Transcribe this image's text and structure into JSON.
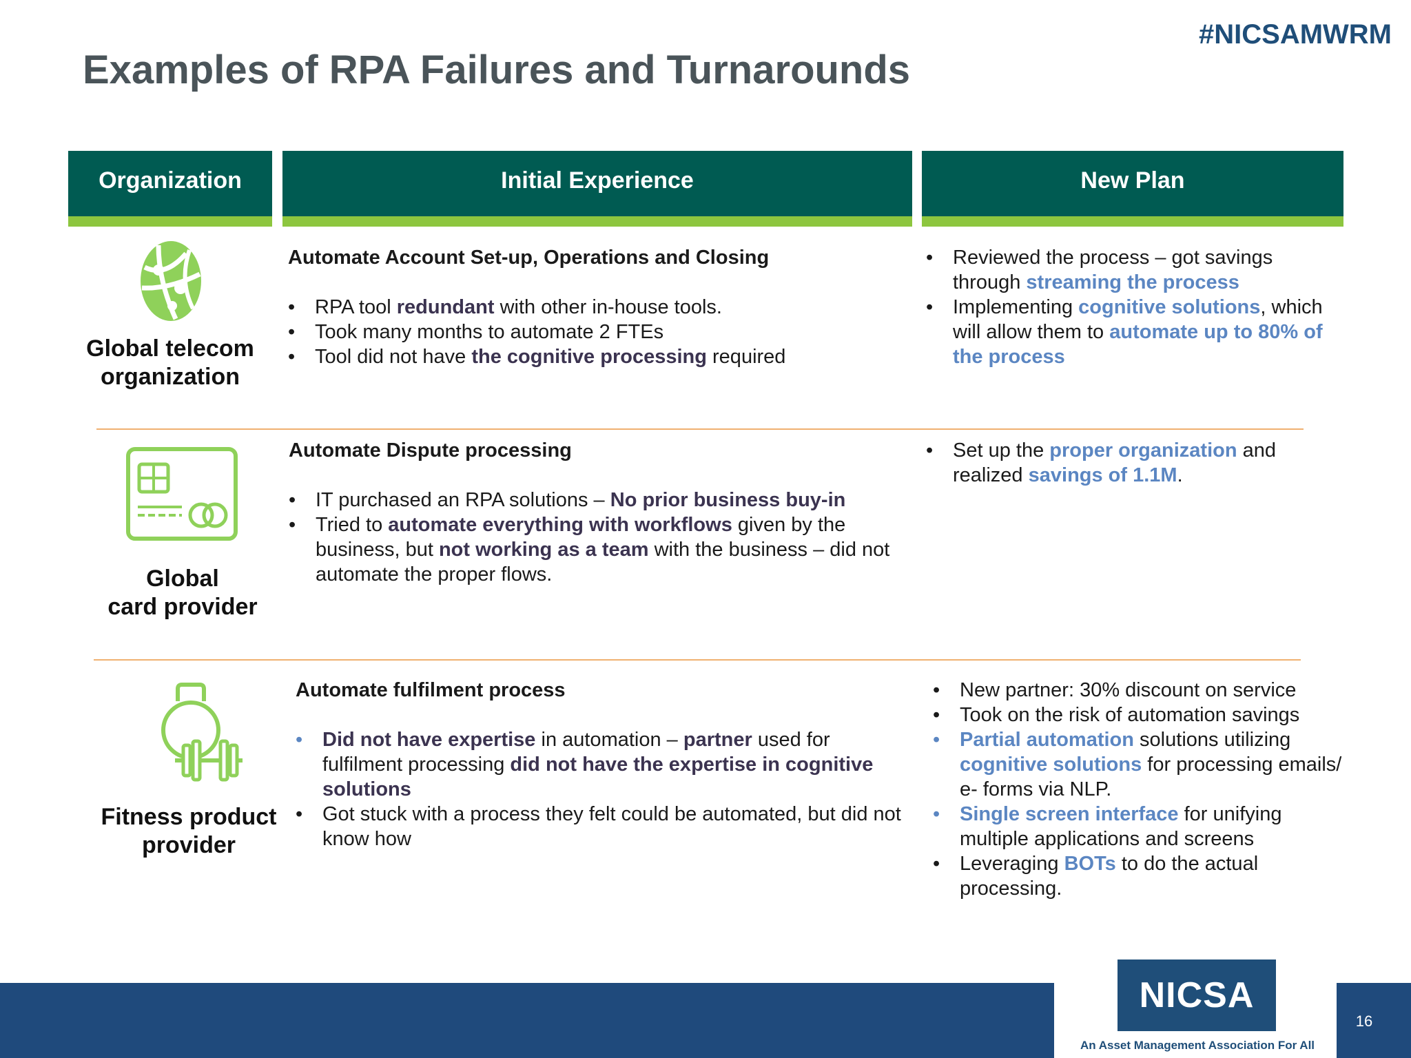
{
  "hashtag": "#NICSAMWRM",
  "title": "Examples of RPA Failures and Turnarounds",
  "headers": {
    "organization": "Organization",
    "initial": "Initial Experience",
    "new_plan": "New Plan"
  },
  "rows": [
    {
      "icon": "globe-icon",
      "org_line1": "Global telecom",
      "org_line2": "organization",
      "initial_heading": "Automate Account Set-up, Operations and Closing",
      "initial_bullets": [
        {
          "segments": [
            "RPA tool ",
            "redundant",
            " with other in-house tools."
          ]
        },
        {
          "segments": [
            "Took many months to automate 2 FTEs"
          ]
        },
        {
          "segments": [
            "Tool did not have ",
            "the cognitive processing",
            " required"
          ]
        }
      ],
      "new_bullets": [
        {
          "segments": [
            "Reviewed the process – got savings through ",
            "streaming the process"
          ]
        },
        {
          "segments": [
            "Implementing ",
            "cognitive solutions",
            ", which will allow them to ",
            "automate up to 80% of the process"
          ]
        }
      ]
    },
    {
      "icon": "credit-card-icon",
      "org_line1": "Global",
      "org_line2": "card provider",
      "initial_heading": "Automate Dispute processing",
      "initial_bullets": [
        {
          "segments": [
            "IT purchased an RPA solutions – ",
            "No prior business buy-in"
          ]
        },
        {
          "segments": [
            "Tried to ",
            "automate everything with workflows",
            " given by the business, but ",
            "not working as a team",
            " with the business – did not automate the proper flows."
          ]
        }
      ],
      "new_bullets": [
        {
          "segments": [
            "Set up the ",
            "proper organization",
            " and realized ",
            "savings of 1.1M",
            "."
          ]
        }
      ]
    },
    {
      "icon": "kettlebell-dumbbell-icon",
      "org_line1": "Fitness product",
      "org_line2": "provider",
      "initial_heading": "Automate fulfilment process",
      "initial_bullets": [
        {
          "segments": [
            "Did not have expertise",
            " in automation – ",
            "partner",
            " used for fulfilment processing ",
            "did not have the expertise in cognitive solutions"
          ]
        },
        {
          "segments": [
            "Got stuck with a process they felt could be automated, but did not know how"
          ]
        }
      ],
      "new_bullets": [
        {
          "segments": [
            "New partner: 30% discount on service"
          ]
        },
        {
          "segments": [
            "Took on the risk of automation savings"
          ]
        },
        {
          "segments": [
            "Partial automation",
            " solutions utilizing ",
            "cognitive solutions",
            " for processing emails/ e- forms via NLP."
          ]
        },
        {
          "segments": [
            "Single screen interface",
            " for unifying multiple applications and screens"
          ]
        },
        {
          "segments": [
            "Leveraging ",
            "BOTs",
            " to do the actual processing."
          ]
        }
      ]
    }
  ],
  "footer": {
    "logo_text": "NICSA",
    "logo_tagline": "An Asset Management Association For All",
    "page_number": "16"
  },
  "colors": {
    "header_bg": "#005b52",
    "header_accent": "#8dc63f",
    "emphasis_dark": "#3b3350",
    "emphasis_blue": "#5b86c2",
    "footer_bg": "#1f4a7c",
    "icon_green": "#8fd15a",
    "separator": "#f0b070"
  }
}
